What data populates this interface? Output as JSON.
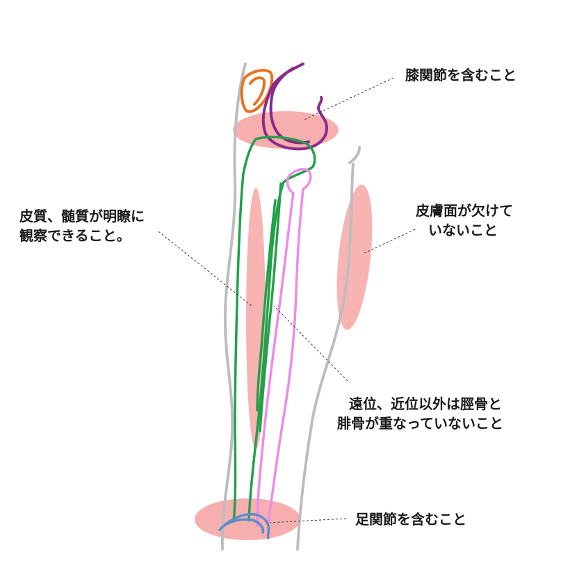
{
  "labels": {
    "knee": "膝関節を含むこと",
    "cortex_line1": "皮質、髄質が明瞭に",
    "cortex_line2": "観察できること。",
    "skin_line1": "皮膚面が欠けて",
    "skin_line2": "いないこと",
    "overlap_line1": "遠位、近位以外は脛骨と",
    "overlap_line2": "腓骨が重なっていないこと",
    "ankle": "足関節を含むこと"
  },
  "colors": {
    "highlight": "#f59a9a",
    "skin_outline": "#bdbdbd",
    "tibia": "#22a04a",
    "fibula": "#ee8ae8",
    "femur": "#8a2a8a",
    "patella": "#e8731f",
    "talus": "#5a8ec8",
    "leader_line": "#333333"
  }
}
